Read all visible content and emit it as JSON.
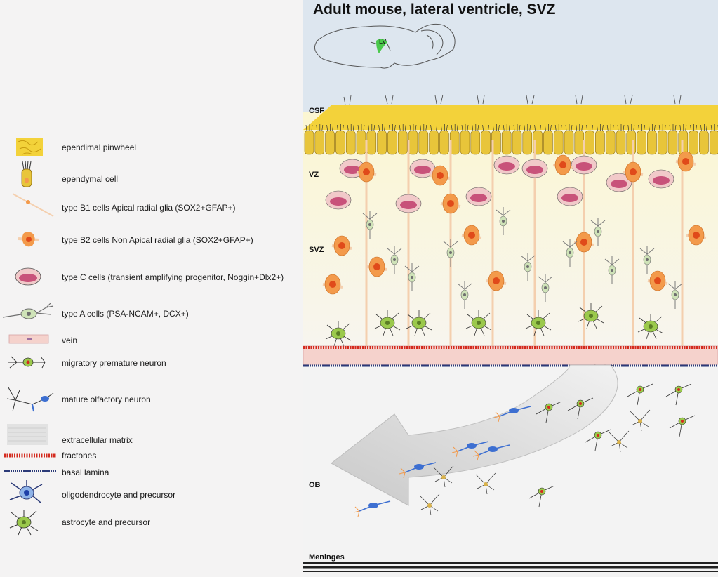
{
  "title": "Adult mouse, lateral ventricle, SVZ",
  "brain_label": "LV",
  "zones": {
    "csf": "CSF",
    "vz": "VZ",
    "svz": "SVZ",
    "ob": "OB",
    "meninges": "Meninges"
  },
  "legend": [
    {
      "icon": "ependymal-pinwheel-icon",
      "label": "ependimal pinwheel"
    },
    {
      "icon": "ependymal-cell-icon",
      "label": "ependymal cell"
    },
    {
      "icon": "type-b1-cell-icon",
      "label": "type B1 cells Apical  radial glia (SOX2+GFAP+)"
    },
    {
      "icon": "type-b2-cell-icon",
      "label": "type B2 cells Non Apical  radial glia (SOX2+GFAP+)"
    },
    {
      "icon": "type-c-cell-icon",
      "label": "type C cells (transient amplifying progenitor, Noggin+Dlx2+)"
    },
    {
      "icon": "type-a-cell-icon",
      "label": "type A cells (PSA-NCAM+, DCX+)"
    },
    {
      "icon": "vein-icon",
      "label": "vein"
    },
    {
      "icon": "migratory-neuron-icon",
      "label": "migratory premature neuron"
    },
    {
      "icon": "mature-neuron-icon",
      "label": "mature olfactory neuron"
    },
    {
      "icon": "extracellular-matrix-icon",
      "label": "extracellular matrix"
    },
    {
      "icon": "fractones-icon",
      "label": "fractones"
    },
    {
      "icon": "basal-lamina-icon",
      "label": "basal lamina"
    },
    {
      "icon": "oligodendrocyte-icon",
      "label": "oligodendrocyte and precursor"
    },
    {
      "icon": "astrocyte-icon",
      "label": "astrocyte and precursor"
    }
  ],
  "colors": {
    "background": "#f4f3f3",
    "sky": "#dde6ef",
    "svz": "#fbf7dc",
    "ependymal": "#e8c53a",
    "pinwheel": "#f3d23a",
    "radial_glia": "#f39a4b",
    "fiber": "#f4cfae",
    "type_c": "#f1c9c9",
    "type_c_core": "#c8527a",
    "type_a": "#8a8a8a",
    "astrocyte": "#9bc94c",
    "vein": "#f5d2cc",
    "fractones": "#d42a1e",
    "basal_lamina": "#2b3a78",
    "neuron_blue": "#3d6fd1",
    "arrow": "#d9d9d9"
  }
}
